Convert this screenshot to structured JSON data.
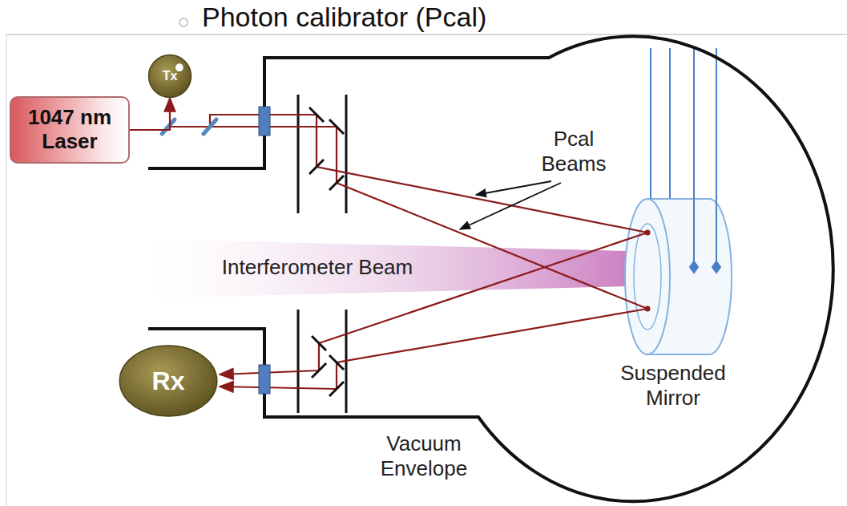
{
  "diagram": {
    "title": "Photon calibrator (Pcal)",
    "nodes": [
      {
        "text": [
          "1047 nm Laser"
        ]
      },
      {
        "text": [
          "Tx"
        ]
      },
      {
        "text": [
          "Rx"
        ]
      }
    ],
    "edges": [
      {
        "from": 0,
        "to": 1,
        "arrow": "to"
      }
    ],
    "labels": [
      "Pcal Beams",
      "Interferometer Beam",
      "Suspended Mirror",
      "Vacuum Envelope"
    ]
  }
}
